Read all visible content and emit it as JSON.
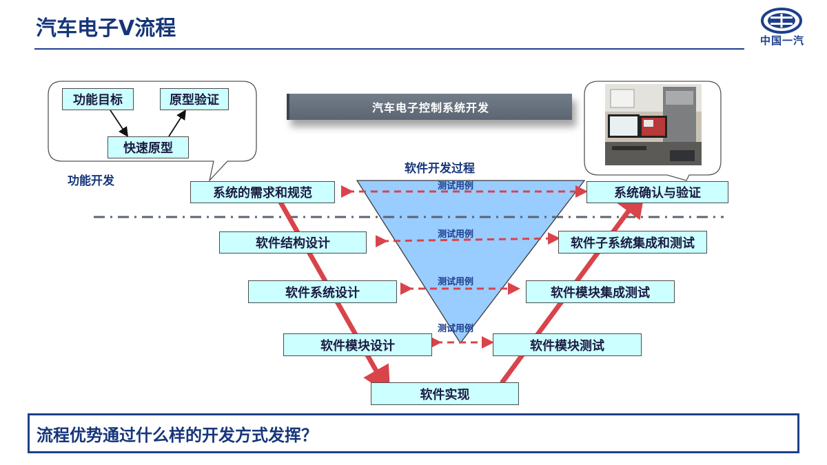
{
  "slide": {
    "title": "汽车电子V流程",
    "logo_text": "中国一汽",
    "banner": "汽车电子控制系统开发",
    "question": "流程优势通过什么样的开发方式发挥？"
  },
  "functional_dev": {
    "caption": "功能开发",
    "goal": "功能目标",
    "prototype_verify": "原型验证",
    "rapid_prototype": "快速原型"
  },
  "process": {
    "label": "软件开发过程",
    "test_case": "测试用例",
    "left": [
      "系统的需求和规范",
      "软件结构设计",
      "软件系统设计",
      "软件模块设计"
    ],
    "right": [
      "系统确认与验证",
      "软件子系统集成和测试",
      "软件模块集成测试",
      "软件模块测试"
    ],
    "bottom": "软件实现"
  },
  "colors": {
    "title": "#16357a",
    "box_fill": "#ccffff",
    "v_arrow": "#d9434a",
    "triangle": "#99ccff"
  }
}
